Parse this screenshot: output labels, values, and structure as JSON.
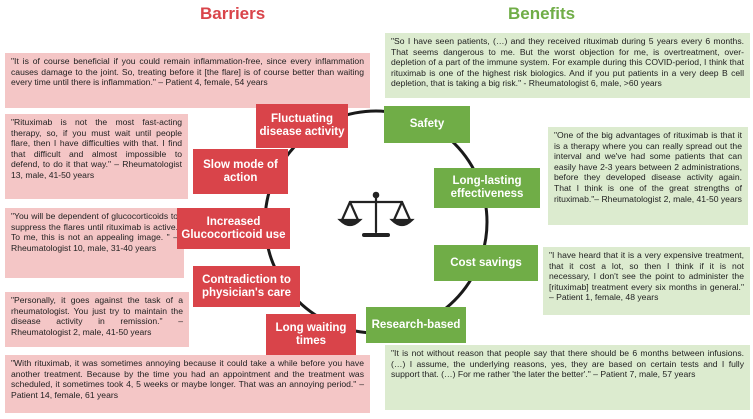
{
  "headings": {
    "barriers": "Barriers",
    "benefits": "Benefits"
  },
  "colors": {
    "barrier": "#d9444a",
    "barrier_quote_bg": "#f4c6c6",
    "benefit": "#70ad47",
    "benefit_quote_bg": "#dcebcf"
  },
  "center_icon": "balance-scale-icon",
  "barriers": [
    {
      "label": "Fluctuating disease activity"
    },
    {
      "label": "Slow mode of action"
    },
    {
      "label": "Increased Glucocorticoid use"
    },
    {
      "label": "Contradiction to physician's care"
    },
    {
      "label": "Long waiting times"
    }
  ],
  "benefits": [
    {
      "label": "Safety"
    },
    {
      "label": "Long-lasting effectiveness"
    },
    {
      "label": "Cost savings"
    },
    {
      "label": "Research-based"
    }
  ],
  "barrier_quotes": [
    "\"It is of course beneficial if you could remain inflammation-free, since every inflammation causes damage to the joint. So, treating before it [the flare] is of course better than waiting every time until there is inflammation.\" – Patient 4, female, 54 years",
    "\"Rituximab is not the most fast-acting therapy, so, if you must wait until people flare, then I have difficulties with that. I find that difficult and almost impossible to defend, to do it that way.\" – Rheumatologist 13, male, 41-50 years",
    "\"You will be dependent of glucocorticoids to suppress the flares until rituximab is active. To me, this is not an appealing image. \" – Rheumatologist 10, male, 31-40 years",
    "\"Personally, it goes against the task of a rheumatologist. You just try to maintain the disease activity in remission.\" – Rheumatologist 2, male, 41-50 years",
    "\"With rituximab, it was sometimes annoying because it could take a while before you have another treatment. Because by the time you had an appointment and the treatment was scheduled, it sometimes took 4, 5 weeks or maybe longer. That was an annoying period.\" – Patient 14, female, 61 years"
  ],
  "benefit_quotes": [
    "\"So I have seen patients, (…) and they received rituximab during 5 years every 6 months. That seems dangerous to me. But the worst objection for me, is overtreatment, over-depletion of a part of the immune system. For example during this COVID-period, I think that rituximab is one of the highest risk biologics. And if you put patients in a very deep B cell depletion, that is taking a big risk.\" - Rheumatologist 6, male, >60 years",
    "\"One of the big advantages of rituximab is that it is a therapy where you can really spread out the interval and we've had some patients that can easily have 2-3 years between 2 administrations, before they developed disease activity again. That I think is one of the great strengths of rituximab.\"– Rheumatologist 2, male, 41-50 years",
    "\"I have heard that it is a very expensive treatment, that it cost a lot, so then I think if it is not necessary, I don't see the point to administer the [rituximab] treatment every six months in general.\" – Patient 1, female, 48 years",
    "\"It is not without reason that people say that there should be 6 months between infusions. (…) I assume, the underlying reasons, yes, they are based on certain tests and I fully support that. (…) For me rather 'the later the better'.\" – Patient 7, male, 57 years"
  ]
}
